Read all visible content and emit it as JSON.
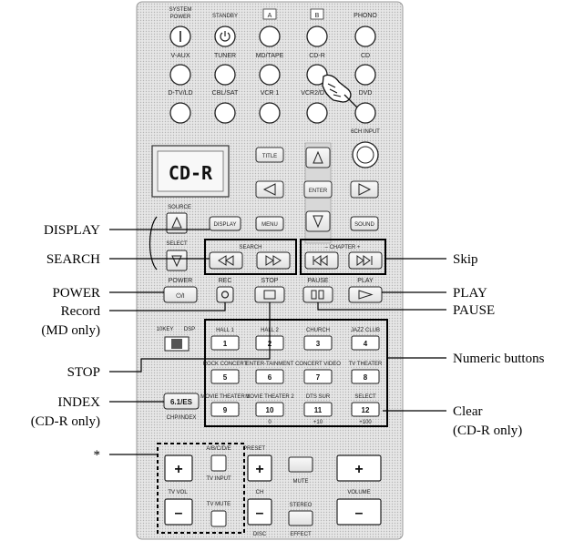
{
  "remote": {
    "top_labels": [
      "SYSTEM POWER",
      "STANDBY",
      "A",
      "B",
      "PHONO"
    ],
    "row2_labels": [
      "V-AUX",
      "TUNER",
      "MD/TAPE",
      "CD-R",
      "CD"
    ],
    "row3_labels": [
      "D-TV/LD",
      "CBL/SAT",
      "VCR 1",
      "VCR2/DVR",
      "DVD"
    ],
    "display_text": "CD-R",
    "six_ch_input": "6CH INPUT",
    "title_btn": "TITLE",
    "enter_btn": "ENTER",
    "menu_btn": "MENU",
    "display_btn": "DISPLAY",
    "sound_btn": "SOUND",
    "source_label": "SOURCE",
    "select_label": "SELECT",
    "search_label": "SEARCH",
    "chapter_label": "– CHAPTER +",
    "power_label": "POWER",
    "rec_label": "REC",
    "stop_label": "STOP",
    "pause_label": "PAUSE",
    "play_label": "PLAY",
    "tenkey_label": "10KEY",
    "dsp_label": "DSP",
    "es_btn": "6.1/ES",
    "chp_index": "CHP/INDEX",
    "numeric": [
      {
        "top": "HALL 1",
        "num": "1",
        "bottom": ""
      },
      {
        "top": "HALL 2",
        "num": "2",
        "bottom": ""
      },
      {
        "top": "CHURCH",
        "num": "3",
        "bottom": ""
      },
      {
        "top": "JAZZ CLUB",
        "num": "4",
        "bottom": ""
      },
      {
        "top": "ROCK CONCERT",
        "num": "5",
        "bottom": ""
      },
      {
        "top": "ENTER-TAINMENT",
        "num": "6",
        "bottom": ""
      },
      {
        "top": "CONCERT VIDEO",
        "num": "7",
        "bottom": ""
      },
      {
        "top": "TV THEATER",
        "num": "8",
        "bottom": ""
      },
      {
        "top": "MOVIE THEATER 1",
        "num": "9",
        "bottom": ""
      },
      {
        "top": "MOVIE THEATER 2",
        "num": "10",
        "bottom": "0"
      },
      {
        "top": "DTS SUR",
        "num": "11",
        "bottom": "+10"
      },
      {
        "top": "SELECT",
        "num": "12",
        "bottom": "+100"
      }
    ],
    "abcde": "A/B/C/D/E",
    "tv_input": "TV INPUT",
    "tv_vol": "TV VOL",
    "tv_mute": "TV MUTE",
    "preset": "PRESET",
    "ch": "CH",
    "disc": "DISC",
    "mute": "MUTE",
    "stereo": "STEREO",
    "effect": "EFFECT",
    "volume": "VOLUME",
    "plus": "+",
    "minus": "–"
  },
  "callouts": {
    "display": "DISPLAY",
    "search": "SEARCH",
    "power": "POWER",
    "record": "Record",
    "record_note": "(MD only)",
    "stop": "STOP",
    "index": "INDEX",
    "index_note": "(CD-R only)",
    "asterisk": "*",
    "skip": "Skip",
    "play": "PLAY",
    "pause": "PAUSE",
    "numeric": "Numeric buttons",
    "clear": "Clear",
    "clear_note": "(CD-R only)"
  }
}
